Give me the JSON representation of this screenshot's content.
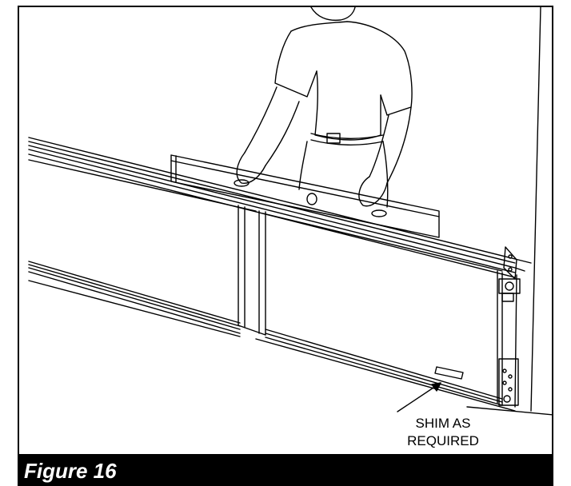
{
  "figure": {
    "caption": "Figure 16",
    "callout_line1": "SHIM AS",
    "callout_line2": "REQUIRED",
    "drawing_subject": "person-leveling-door-section-icon"
  }
}
